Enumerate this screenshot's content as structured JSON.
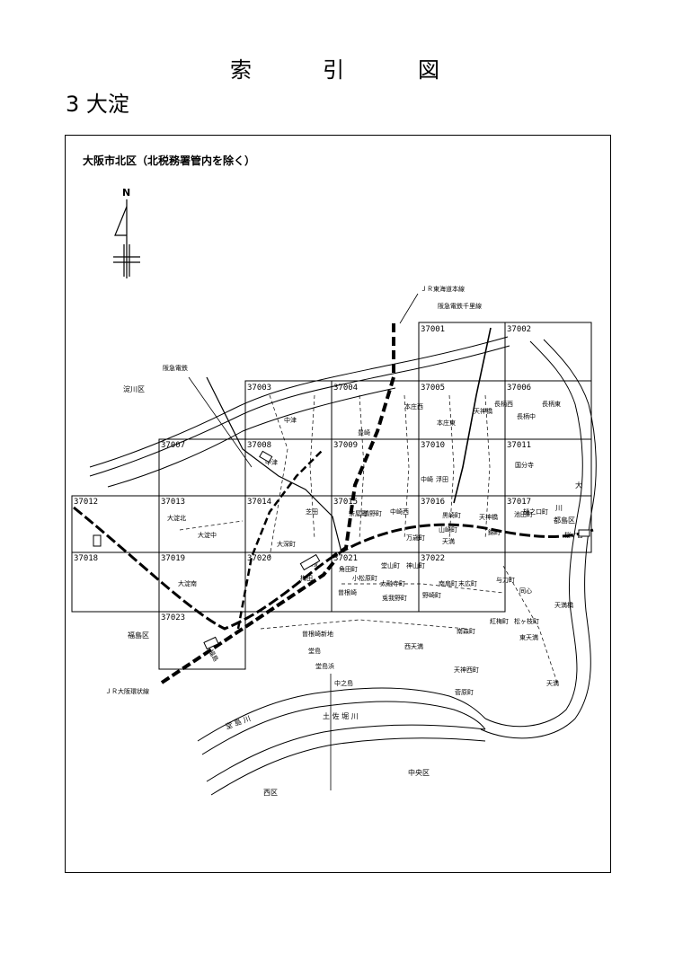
{
  "header": {
    "title_chars": [
      "索",
      "引",
      "図"
    ],
    "subtitle": "3 大淀"
  },
  "map": {
    "title": "大阪市北区（北税務署管内を除く）",
    "north": "N",
    "railways": {
      "jr_tokaido": "ＪＲ東海道本線",
      "hankyu_senri": "阪急電鉄千里線",
      "hankyu": "阪急電鉄",
      "jr_loop": "ＪＲ大阪環状線"
    },
    "wards": {
      "yodogawa": "淀川区",
      "fukushima": "福島区",
      "miyakojima": "都島区",
      "nishi": "西区",
      "chuo": "中央区"
    },
    "rivers": {
      "dojima": "堂 島 川",
      "tosabori": "土 佐 堀 川",
      "o_kawa_1": "大",
      "o_kawa_2": "川"
    },
    "cells": [
      "37001",
      "37002",
      "37003",
      "37004",
      "37005",
      "37006",
      "37007",
      "37008",
      "37009",
      "37010",
      "37011",
      "37012",
      "37013",
      "37014",
      "37015",
      "37016",
      "37017",
      "37018",
      "37019",
      "37020",
      "37021",
      "37022",
      "37023"
    ],
    "places": {
      "nakatsu1": "中津",
      "nakatsu2": "中津",
      "toyosaki": "豊崎",
      "honjo_nishi": "本庄西",
      "honjo_higashi": "本庄東",
      "tenjinbashi": "天神橋",
      "nagara_nishi": "長柄西",
      "nagara_naka": "長柄中",
      "nagara_higashi": "長柄東",
      "kokubunji": "国分寺",
      "oyodo_kita": "大淀北",
      "oyodo_naka": "大淀中",
      "oyodo_minami": "大淀南",
      "oyodo_town": "大深町",
      "shibata": "芝田",
      "chayamachi": "茶屋町",
      "tsurunocho": "鶴野町",
      "nakazakinishi": "中崎西",
      "nakazaki": "中崎",
      "ikeda": "池田町",
      "ukita": "浮田",
      "kurosaki": "黒崎町",
      "yamazaki": "山崎町",
      "kanda": "神山町",
      "manzai": "万歳町",
      "tenma": "天満",
      "tenjinbashi2": "天神橋",
      "ikedacho": "池田町",
      "nishikicho": "錦町",
      "hashimoto": "樋之口町",
      "sakuranomiya": "桜ノ宮",
      "umeda": "梅田",
      "osaka_st": "大阪",
      "kakuda": "角田町",
      "komatsubara": "小松原町",
      "doyama": "堂山町",
      "sonezaki": "曽根崎",
      "tainvuji": "太融寺町",
      "kamiyama": "神山町",
      "kenchiku": "兎我野町",
      "nozaki": "野崎町",
      "minamiogimachi": "南扇町",
      "suehiro": "末広町",
      "yoriki": "与力町",
      "doshin": "同心",
      "kobai": "紅梅町",
      "matsugae": "松ヶ枝町",
      "higashi_tenma": "東天満",
      "tenma_bashi": "天満橋",
      "sonezaki_shinchi": "曽根崎新地",
      "dojima": "堂島",
      "dojima_hama": "堂島浜",
      "nishi_tenma": "西天満",
      "minamimorimachi": "南森町",
      "tenjin_nishi": "天神西町",
      "sugahara": "菅原町",
      "nakanoshima": "中之島",
      "tenma2": "天満",
      "fukushima_st": "福島"
    }
  }
}
